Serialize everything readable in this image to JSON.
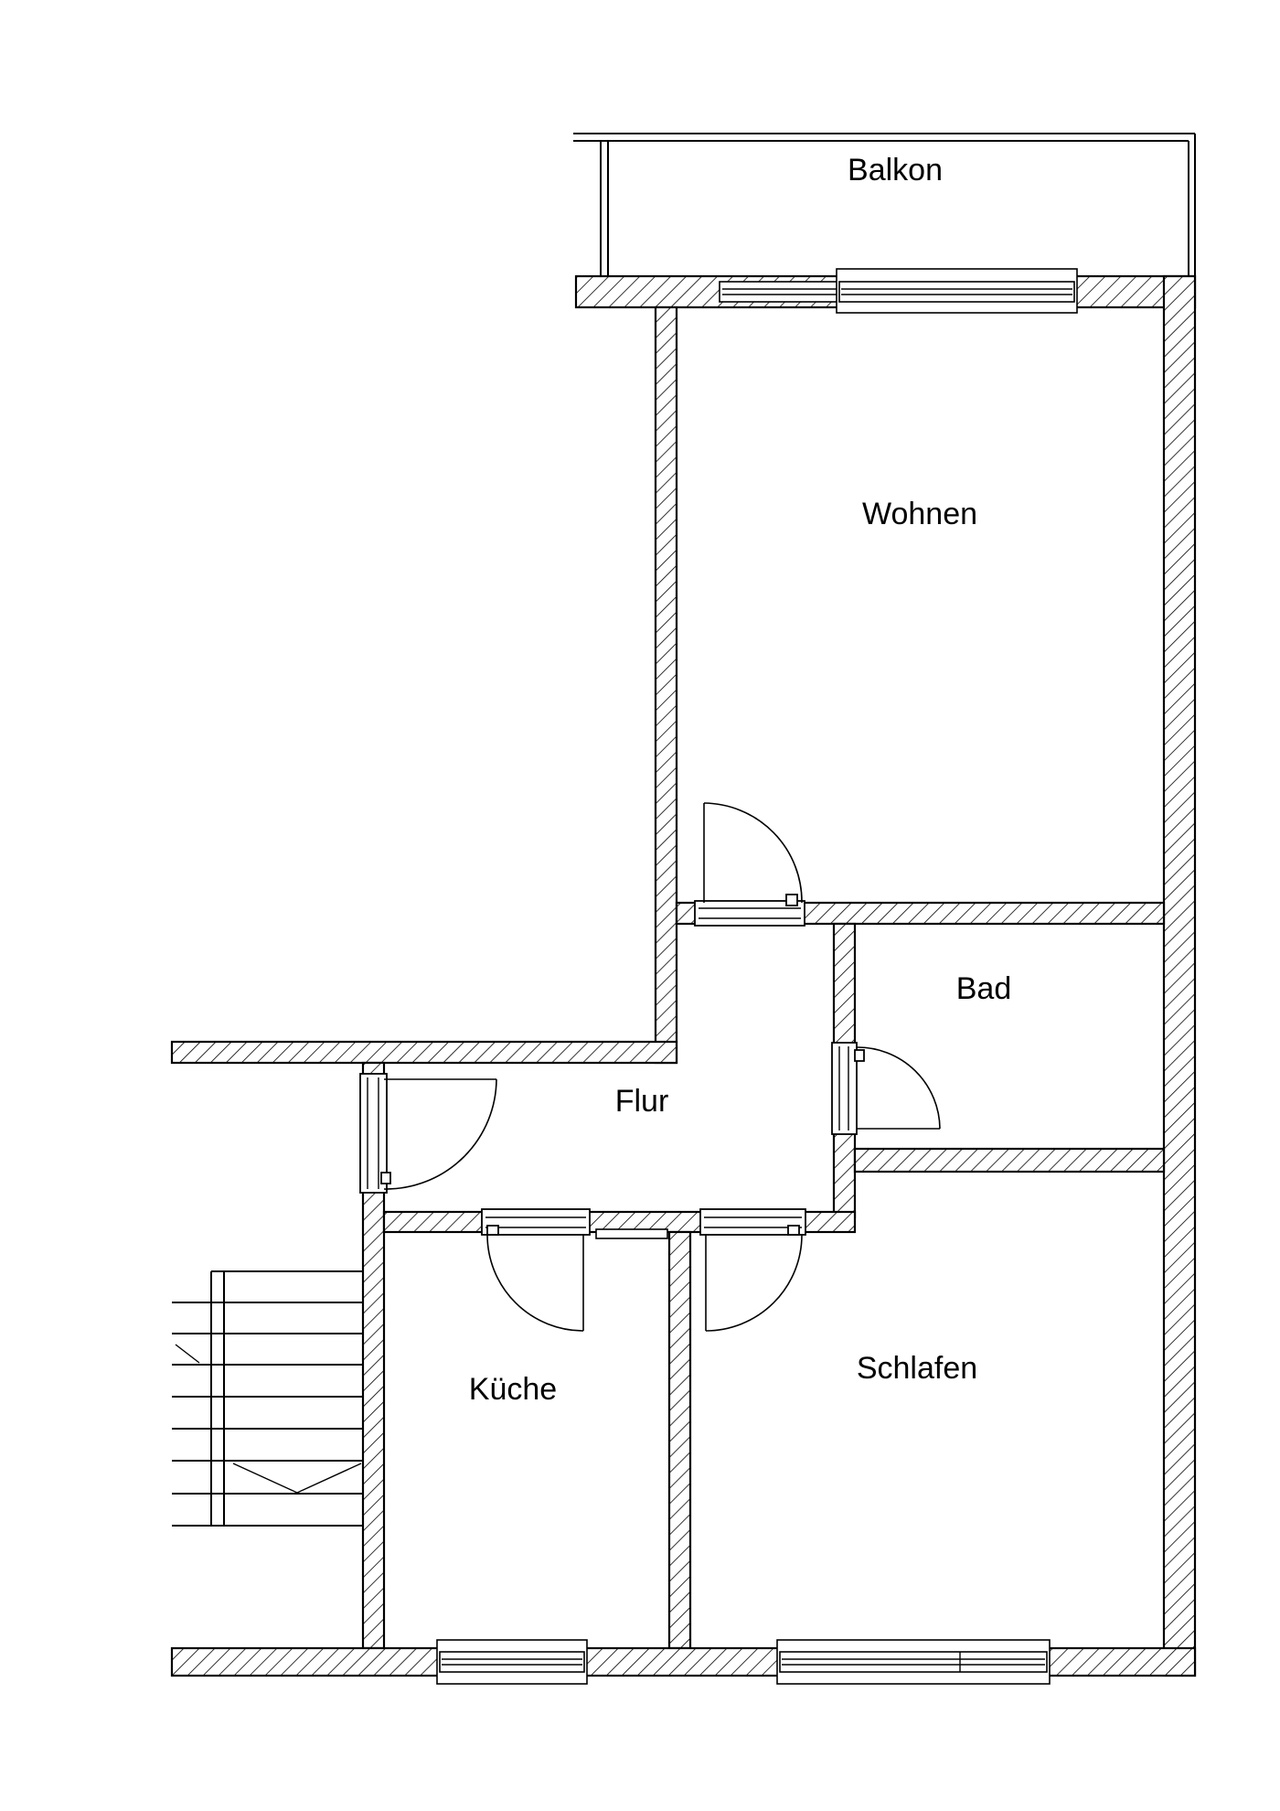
{
  "rooms": {
    "balkon": "Balkon",
    "wohnen": "Wohnen",
    "bad": "Bad",
    "flur": "Flur",
    "kueche": "Küche",
    "schlafen": "Schlafen"
  }
}
